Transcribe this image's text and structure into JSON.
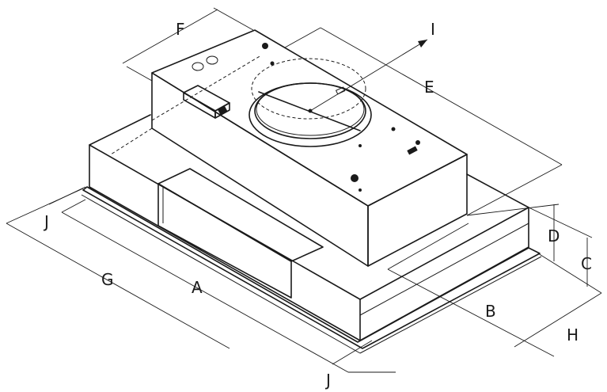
{
  "labels": {
    "A": "A",
    "B": "B",
    "C": "C",
    "D": "D",
    "E": "E",
    "F": "F",
    "G": "G",
    "H": "H",
    "I": "I",
    "J_left": "J",
    "J_bottom": "J"
  },
  "colors": {
    "line": "#1a1a1a",
    "background": "#ffffff"
  }
}
